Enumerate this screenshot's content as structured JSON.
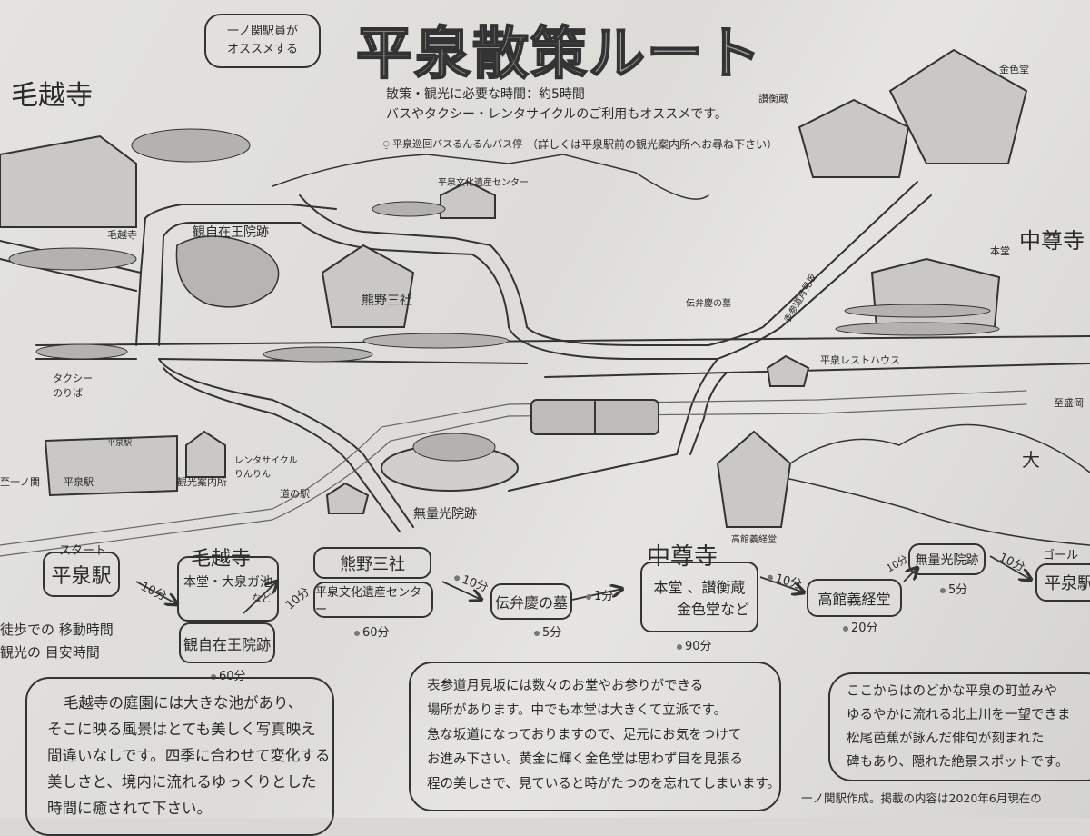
{
  "header": {
    "recommend_bubble": [
      "一ノ関駅員が",
      "オススメする"
    ],
    "title": "平泉散策ルート",
    "info_line1": "散策・観光に必要な時間：約5時間",
    "info_line2": "バスやタクシー・レンタサイクルのご利用もオススメです。",
    "bus_stop_legend": "平泉巡回バスるんるんバス停",
    "info_note": "（詳しくは平泉駅前の観光案内所へお尋ね下さい）"
  },
  "map": {
    "motsuji_heading": "毛越寺",
    "labels": {
      "motsuji": "毛越寺",
      "kanjizaiouin": "観自在王院跡",
      "culture_center": "平泉文化遺産センター",
      "kumano": "熊野三社",
      "taxi": [
        "タクシー",
        "のりば"
      ],
      "station_sign": "平泉駅",
      "station": "平泉駅",
      "tourist_info": "観光案内所",
      "rental_cycle": [
        "レンタサイクル",
        "りんりん"
      ],
      "michinoeki": "道の駅",
      "muryokoin": "無量光院跡",
      "benkei": "伝弁慶の墓",
      "omotesando": "表参道月見坂",
      "sankozo": "讃衡蔵",
      "konjikido": "金色堂",
      "chusonji": "中尊寺",
      "hondo": "本堂",
      "resthouse": "平泉レストハウス",
      "to_morioka": "至盛岡",
      "daimonji": "大",
      "takadachi": "高館義経堂",
      "to_ichinoseki": "至一ノ関"
    }
  },
  "route": {
    "start_label": "スタート",
    "goal_label": "ゴール",
    "legend": [
      "徒歩での 移動時間",
      "観光の 目安時間"
    ],
    "stops": [
      {
        "name": "平泉駅"
      },
      {
        "title": "毛越寺",
        "lines": [
          "本堂・大泉ガ池",
          "など"
        ],
        "sub": "観自在王院跡",
        "time": "60分"
      },
      {
        "name": "熊野三社",
        "sub": "平泉文化遺産センター",
        "time": "60分"
      },
      {
        "name": "伝弁慶の墓",
        "time": "5分"
      },
      {
        "title": "中尊寺",
        "lines": [
          "本堂 、讃衡蔵",
          "金色堂など"
        ],
        "time": "90分"
      },
      {
        "name": "高館義経堂",
        "time": "20分"
      },
      {
        "name": "無量光院跡",
        "time": "5分"
      },
      {
        "name": "平泉駅"
      }
    ],
    "walk_times": [
      "10分",
      "10分",
      "10分",
      "1分",
      "10分",
      "10分",
      "10分"
    ]
  },
  "comments": {
    "motsuji": [
      "毛越寺の庭園には大きな池があり、",
      "そこに映る風景はとても美しく写真映え",
      "間違いなしです。四季に合わせて変化する",
      "美しさと、境内に流れるゆっくりとした",
      "時間に癒されて下さい。"
    ],
    "chusonji": [
      "表参道月見坂には数々のお堂やお参りができる",
      "場所があります。中でも本堂は大きくて立派です。",
      "急な坂道になっておりますので、足元にお気をつけて",
      "お進み下さい。黄金に輝く金色堂は思わず目を見張る",
      "程の美しさで、見ていると時がたつのを忘れてしまいます。"
    ],
    "takadachi": [
      "ここからはのどかな平泉の町並みや",
      "ゆるやかに流れる北上川を一望できま",
      "松尾芭蕉が詠んだ俳句が刻まれた",
      "碑もあり、隠れた絶景スポットです。"
    ]
  },
  "footer": "一ノ関駅作成。掲載の内容は2020年6月現在の",
  "colors": {
    "paper": "#e2e1dd",
    "ink": "#2b2b2b",
    "shade": "#9a9a98"
  }
}
